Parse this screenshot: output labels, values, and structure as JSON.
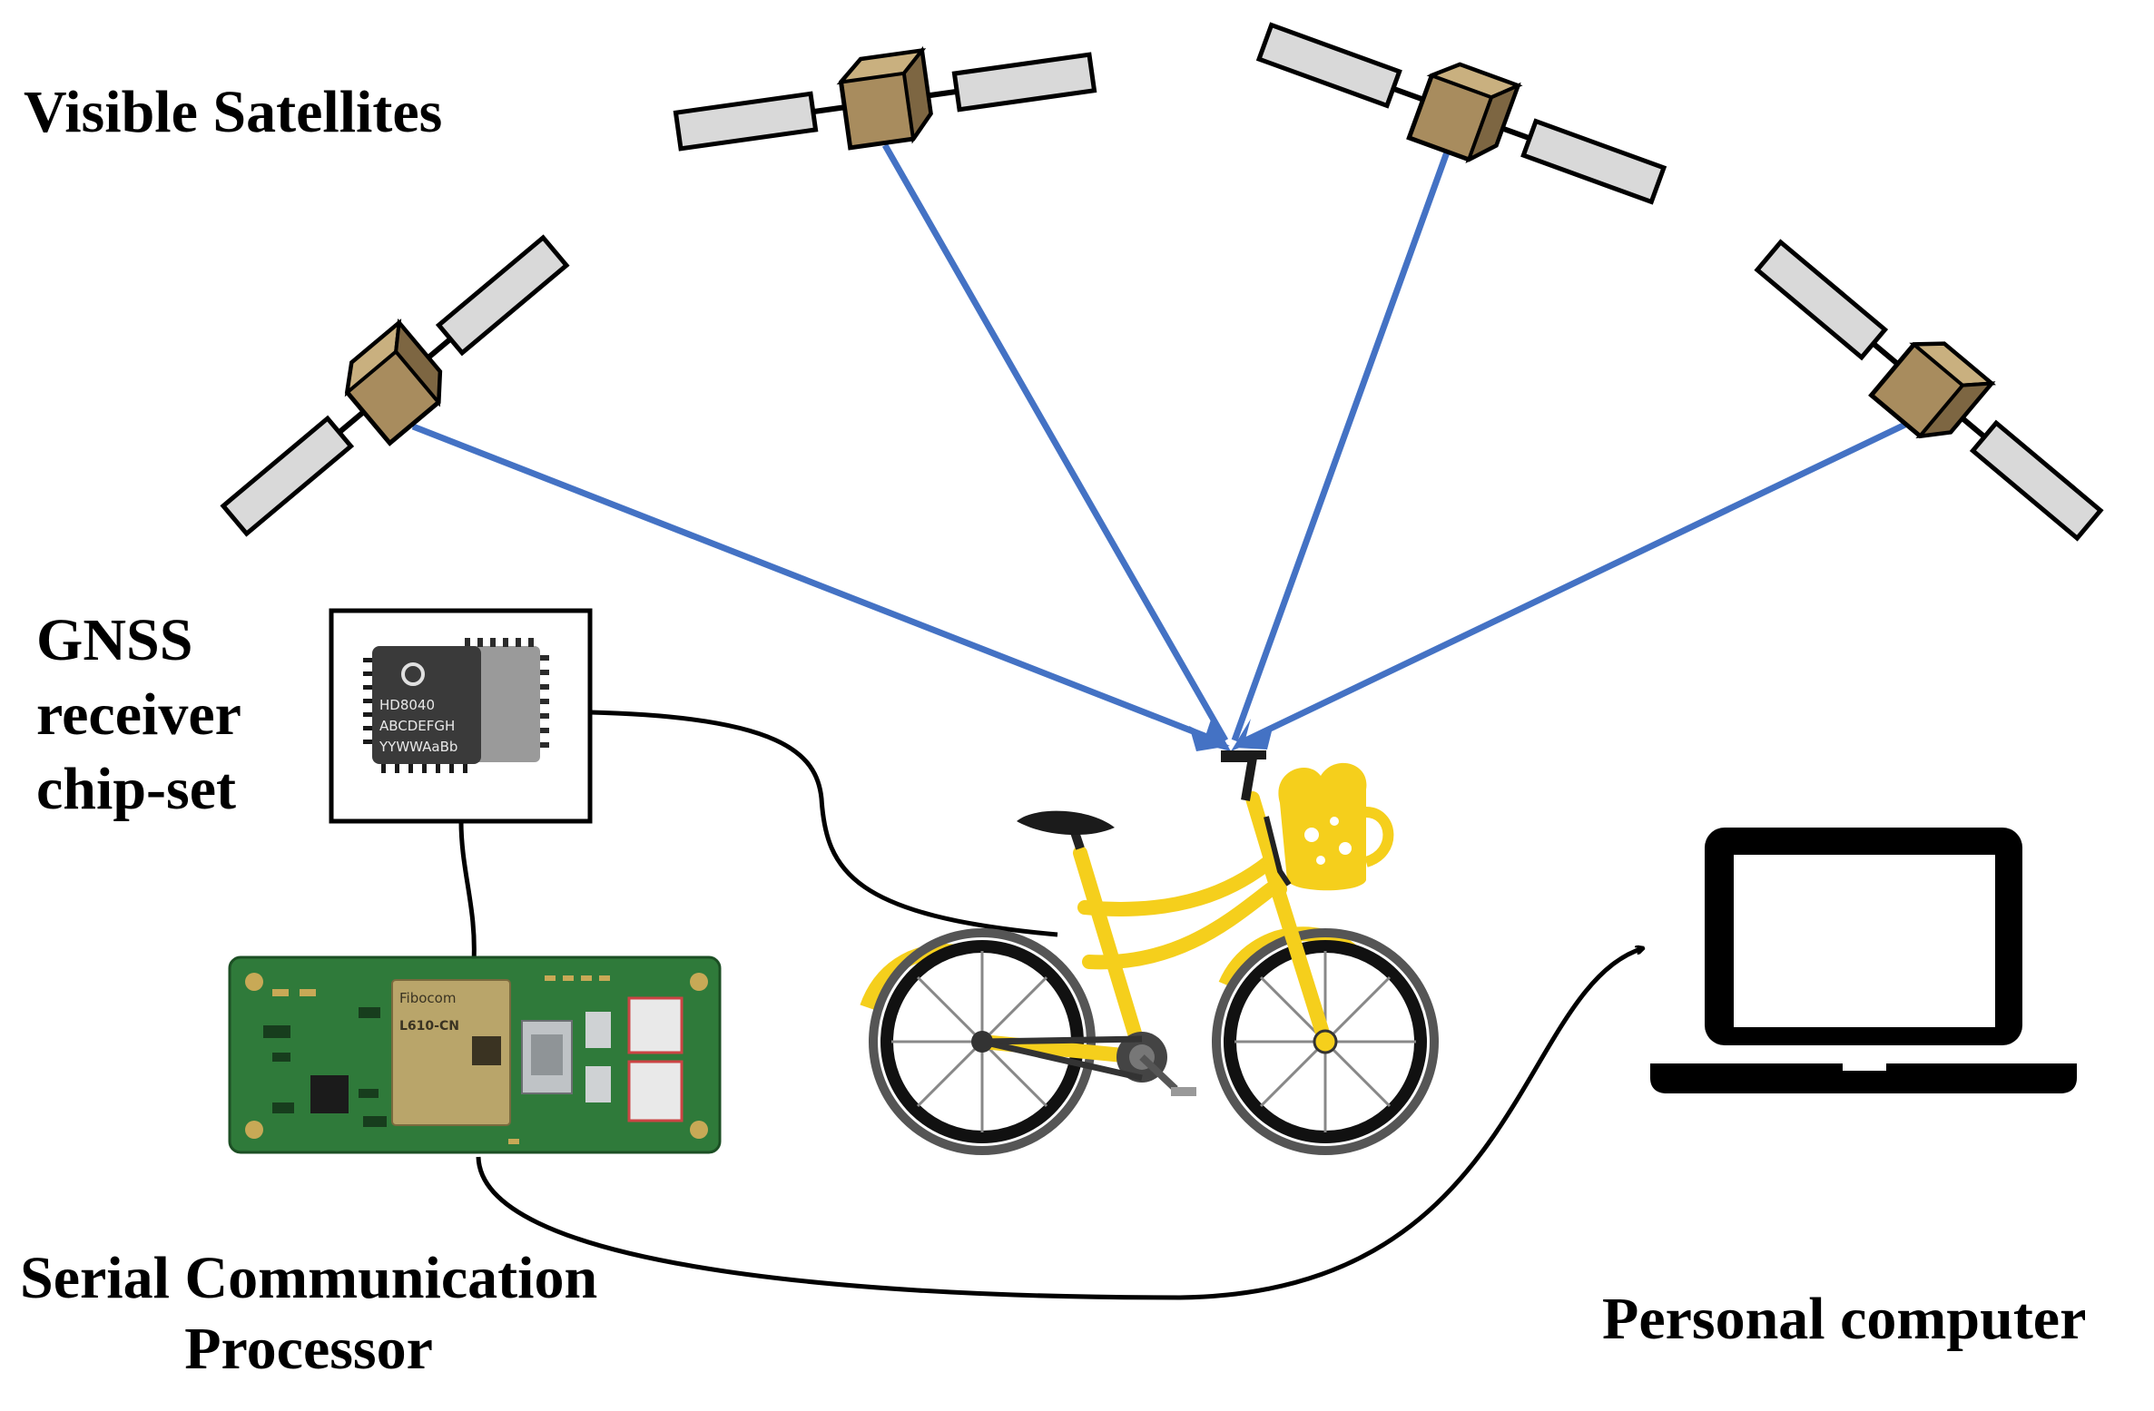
{
  "labels": {
    "satellites": "Visible Satellites",
    "gnss": [
      "GNSS",
      "receiver",
      "chip-set"
    ],
    "serial": [
      "Serial Communication",
      "Processor"
    ],
    "pc": "Personal computer"
  },
  "chip": {
    "lines": [
      "HD8040",
      "ABCDEFGH",
      "YYWWAaBb"
    ]
  },
  "board": {
    "module_brand": "Fibocom",
    "module_model": "L610-CN"
  },
  "colors": {
    "signal": "#4472c4",
    "satellite_body": "#a88c5e",
    "solar_panel": "#d9d9d9",
    "bike": "#f5cf1c",
    "pcb": "#2f7a3a"
  }
}
